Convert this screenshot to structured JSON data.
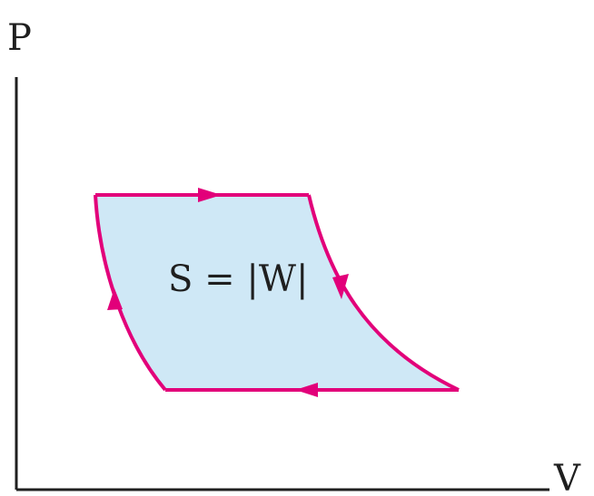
{
  "axes": {
    "y_label": "P",
    "x_label": "V"
  },
  "cycle": {
    "area_label": "S = |W|",
    "fill_color": "#cfe8f6",
    "stroke_color": "#e2007a"
  },
  "axis_color": "#1f1f1f"
}
